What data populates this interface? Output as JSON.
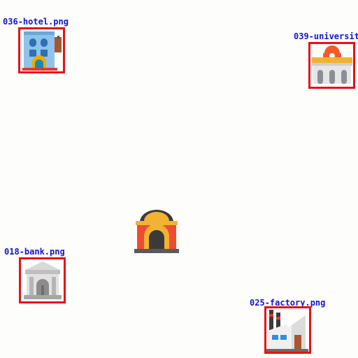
{
  "items": [
    {
      "label": "036-hotel.png",
      "icon": "hotel-icon"
    },
    {
      "label": "039-universit",
      "icon": "university-icon"
    },
    {
      "label": "018-bank.png",
      "icon": "bank-icon"
    },
    {
      "label": "025-factory.png",
      "icon": "factory-icon"
    }
  ],
  "center_icon": "theater-icon",
  "colors": {
    "label": "#1414d2",
    "box": "#e8101a"
  }
}
